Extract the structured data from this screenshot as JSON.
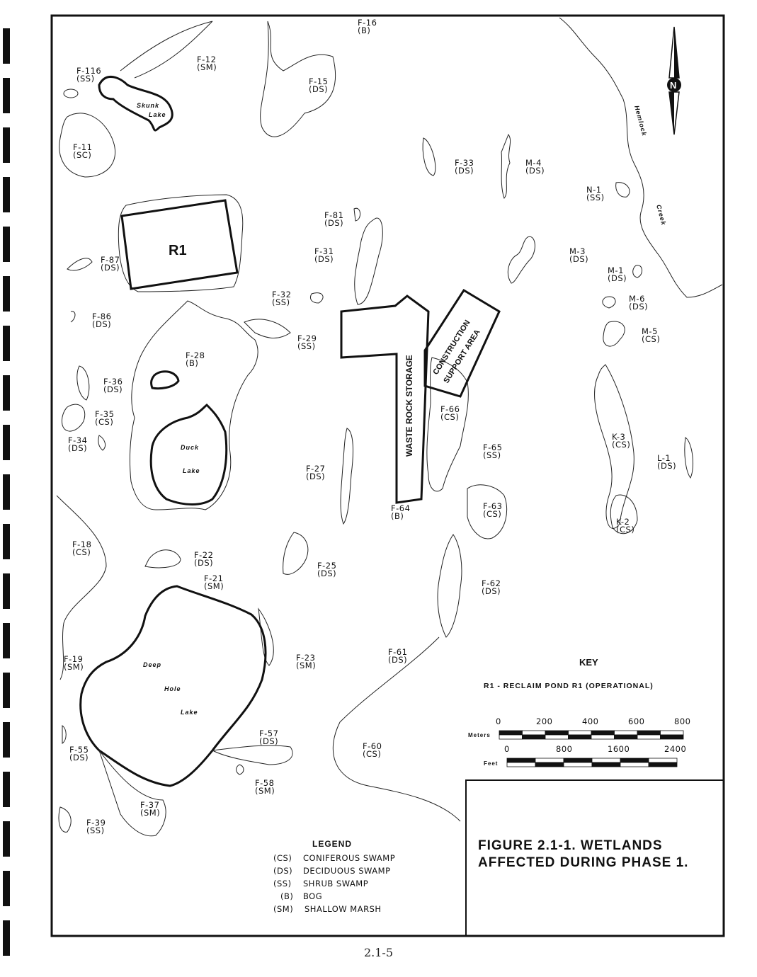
{
  "figure": {
    "title_line1": "FIGURE 2.1-1. WETLANDS",
    "title_line2": "AFFECTED DURING PHASE 1.",
    "page_number": "2.1-5"
  },
  "key": {
    "heading": "KEY",
    "r1_entry": "R1 - RECLAIM POND R1 (OPERATIONAL)",
    "meters_label": "Meters",
    "meters_ticks": [
      "0",
      "200",
      "400",
      "600",
      "800"
    ],
    "feet_label": "Feet",
    "feet_ticks": [
      "0",
      "800",
      "1600",
      "2400"
    ]
  },
  "legend": {
    "heading": "LEGEND",
    "items": [
      {
        "code": "(CS)",
        "name": "CONIFEROUS SWAMP"
      },
      {
        "code": "(DS)",
        "name": "DECIDUOUS SWAMP"
      },
      {
        "code": "(SS)",
        "name": "SHRUB SWAMP"
      },
      {
        "code": "(B)",
        "name": "BOG"
      },
      {
        "code": "(SM)",
        "name": "SHALLOW MARSH"
      }
    ]
  },
  "features": {
    "r1": "R1",
    "waste_rock": "WASTE ROCK STORAGE",
    "construction_1": "CONSTRUCTION",
    "construction_2": "SUPPORT AREA",
    "skunk_1": "Skunk",
    "skunk_2": "Lake",
    "duck_1": "Duck",
    "duck_2": "Lake",
    "deep_1": "Deep",
    "deep_2": "Hole",
    "deep_3": "Lake",
    "creek_1": "Hemlock",
    "creek_2": "Creek",
    "north": "N"
  },
  "wetlands": [
    {
      "id": "F-16",
      "type": "(B)"
    },
    {
      "id": "F-12",
      "type": "(SM)"
    },
    {
      "id": "F-116",
      "type": "(SS)"
    },
    {
      "id": "F-15",
      "type": "(DS)"
    },
    {
      "id": "F-11",
      "type": "(SC)"
    },
    {
      "id": "F-33",
      "type": "(DS)"
    },
    {
      "id": "M-4",
      "type": "(DS)"
    },
    {
      "id": "N-1",
      "type": "(SS)"
    },
    {
      "id": "F-81",
      "type": "(DS)"
    },
    {
      "id": "F-87",
      "type": "(DS)"
    },
    {
      "id": "F-31",
      "type": "(DS)"
    },
    {
      "id": "M-3",
      "type": "(DS)"
    },
    {
      "id": "M-1",
      "type": "(DS)"
    },
    {
      "id": "F-32",
      "type": "(SS)"
    },
    {
      "id": "M-6",
      "type": "(DS)"
    },
    {
      "id": "F-86",
      "type": "(DS)"
    },
    {
      "id": "F-29",
      "type": "(SS)"
    },
    {
      "id": "M-5",
      "type": "(CS)"
    },
    {
      "id": "F-28",
      "type": "(B)"
    },
    {
      "id": "F-36",
      "type": "(DS)"
    },
    {
      "id": "F-35",
      "type": "(CS)"
    },
    {
      "id": "F-34",
      "type": "(DS)"
    },
    {
      "id": "F-66",
      "type": "(CS)"
    },
    {
      "id": "F-65",
      "type": "(SS)"
    },
    {
      "id": "K-3",
      "type": "(CS)"
    },
    {
      "id": "L-1",
      "type": "(DS)"
    },
    {
      "id": "F-27",
      "type": "(DS)"
    },
    {
      "id": "F-64",
      "type": "(B)"
    },
    {
      "id": "F-63",
      "type": "(CS)"
    },
    {
      "id": "K-2",
      "type": "(CS)"
    },
    {
      "id": "F-18",
      "type": "(CS)"
    },
    {
      "id": "F-22",
      "type": "(DS)"
    },
    {
      "id": "F-25",
      "type": "(DS)"
    },
    {
      "id": "F-21",
      "type": "(SM)"
    },
    {
      "id": "F-62",
      "type": "(DS)"
    },
    {
      "id": "F-61",
      "type": "(DS)"
    },
    {
      "id": "F-23",
      "type": "(SM)"
    },
    {
      "id": "F-19",
      "type": "(SM)"
    },
    {
      "id": "F-57",
      "type": "(DS)"
    },
    {
      "id": "F-55",
      "type": "(DS)"
    },
    {
      "id": "F-60",
      "type": "(CS)"
    },
    {
      "id": "F-58",
      "type": "(SM)"
    },
    {
      "id": "F-37",
      "type": "(SM)"
    },
    {
      "id": "F-39",
      "type": "(SS)"
    }
  ]
}
